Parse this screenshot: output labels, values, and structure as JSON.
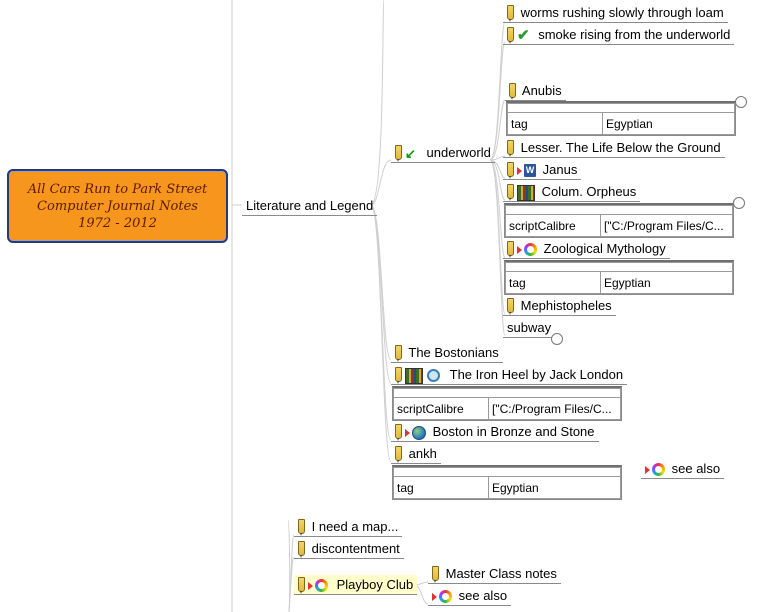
{
  "root": {
    "lines": [
      "All Cars Run to Park Street",
      "Computer Journal Notes",
      "1972 - 2012"
    ]
  },
  "nodes": {
    "literature": "Literature and Legend",
    "underworld": "underworld",
    "worms": "worms rushing slowly through loam",
    "smoke": "smoke rising from the underworld",
    "anubis": "Anubis",
    "lesser": "Lesser. The Life Below the Ground",
    "janus": "Janus",
    "orpheus": "Colum. Orpheus",
    "zoological": "Zoological Mythology",
    "mephistopheles": "Mephistopheles",
    "subway": "subway",
    "bostonians": "The Bostonians",
    "iron_heel": "The Iron Heel by Jack London",
    "bronze": "Boston in Bronze and Stone",
    "ankh": "ankh",
    "see_also_1": "see also",
    "map": "I need a map...",
    "discontentment": "discontentment",
    "playboy": "Playboy Club",
    "master_class": "Master Class notes",
    "see_also_2": "see also"
  },
  "attrs": {
    "anubis": [
      "tag",
      "Egyptian"
    ],
    "orpheus": [
      "scriptCalibre",
      "[\"C:/Program Files/C..."
    ],
    "zoological": [
      "tag",
      "Egyptian"
    ],
    "iron_heel": [
      "scriptCalibre",
      "[\"C:/Program Files/C..."
    ],
    "ankh": [
      "tag",
      "Egyptian"
    ]
  },
  "icons": {
    "word_letter": "W"
  },
  "colors": {
    "root_fill": "#f7961d",
    "root_border": "#2a3a6a",
    "highlight": "#ffffcc",
    "edge": "#c8c8c8"
  }
}
